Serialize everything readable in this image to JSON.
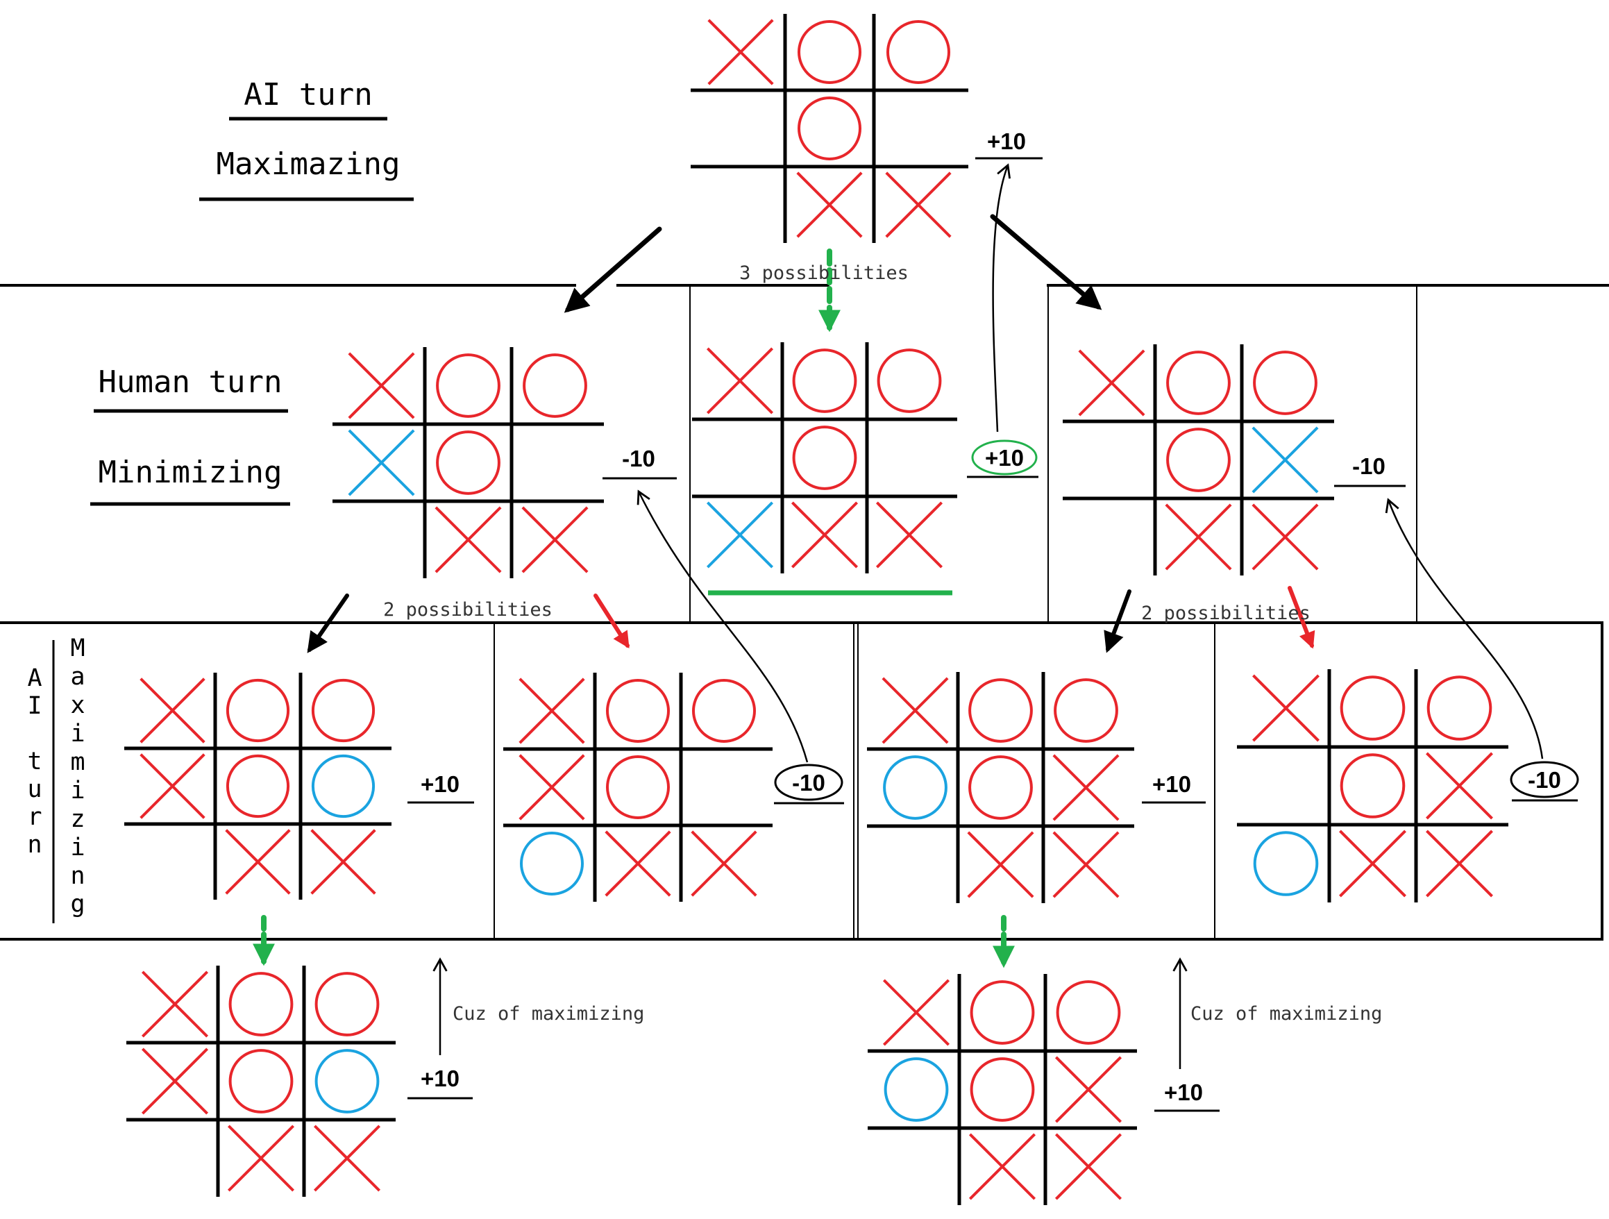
{
  "labels": {
    "ai_turn": "AI turn",
    "maximizing_top": "Maximazing",
    "human_turn": "Human turn",
    "minimizing": "Minimizing",
    "ai_turn_vertical": "AI turn",
    "maximizing_vertical": "Maximizing"
  },
  "notes": {
    "three_possibilities": "3 possibilities",
    "two_possibilities_left": "2 possibilities",
    "two_possibilities_right": "2 possibilities",
    "cuz_left": "Cuz of maximizing",
    "cuz_right": "Cuz of maximizing"
  },
  "scores": {
    "root": "+10",
    "left": "-10",
    "middle": "+10",
    "right": "-10",
    "ll": "+10",
    "lr": "-10",
    "rl": "+10",
    "rr": "-10",
    "final_left": "+10",
    "final_right": "+10"
  },
  "colors": {
    "ai_mark": "#e8262b",
    "human_mark": "#1aa3e0",
    "chosen_path": "#22b14c",
    "rejected_path": "#e8262b",
    "tree_arrow": "#000000",
    "middle_score_circle": "#22b14c"
  },
  "boards": {
    "root": [
      "X",
      "O",
      "O",
      "",
      "O",
      "",
      "",
      "X",
      "X"
    ],
    "left": [
      "X",
      "O",
      "O",
      "Xh",
      "O",
      "",
      "",
      "X",
      "X"
    ],
    "middle": [
      "X",
      "O",
      "O",
      "",
      "O",
      "",
      "Xh",
      "X",
      "X"
    ],
    "right": [
      "X",
      "O",
      "O",
      "",
      "O",
      "Xh",
      "",
      "X",
      "X"
    ],
    "ll": [
      "X",
      "O",
      "O",
      "X",
      "O",
      "Oh",
      "",
      "X",
      "X"
    ],
    "lr": [
      "X",
      "O",
      "O",
      "X",
      "O",
      "",
      "Oh",
      "X",
      "X"
    ],
    "rl": [
      "X",
      "O",
      "O",
      "Oh",
      "O",
      "X",
      "",
      "X",
      "X"
    ],
    "rr": [
      "X",
      "O",
      "O",
      "",
      "O",
      "X",
      "Oh",
      "X",
      "X"
    ],
    "final_left": [
      "X",
      "O",
      "O",
      "X",
      "O",
      "Oh",
      "",
      "X",
      "X"
    ],
    "final_right": [
      "X",
      "O",
      "O",
      "Oh",
      "O",
      "X",
      "",
      "X",
      "X"
    ]
  }
}
